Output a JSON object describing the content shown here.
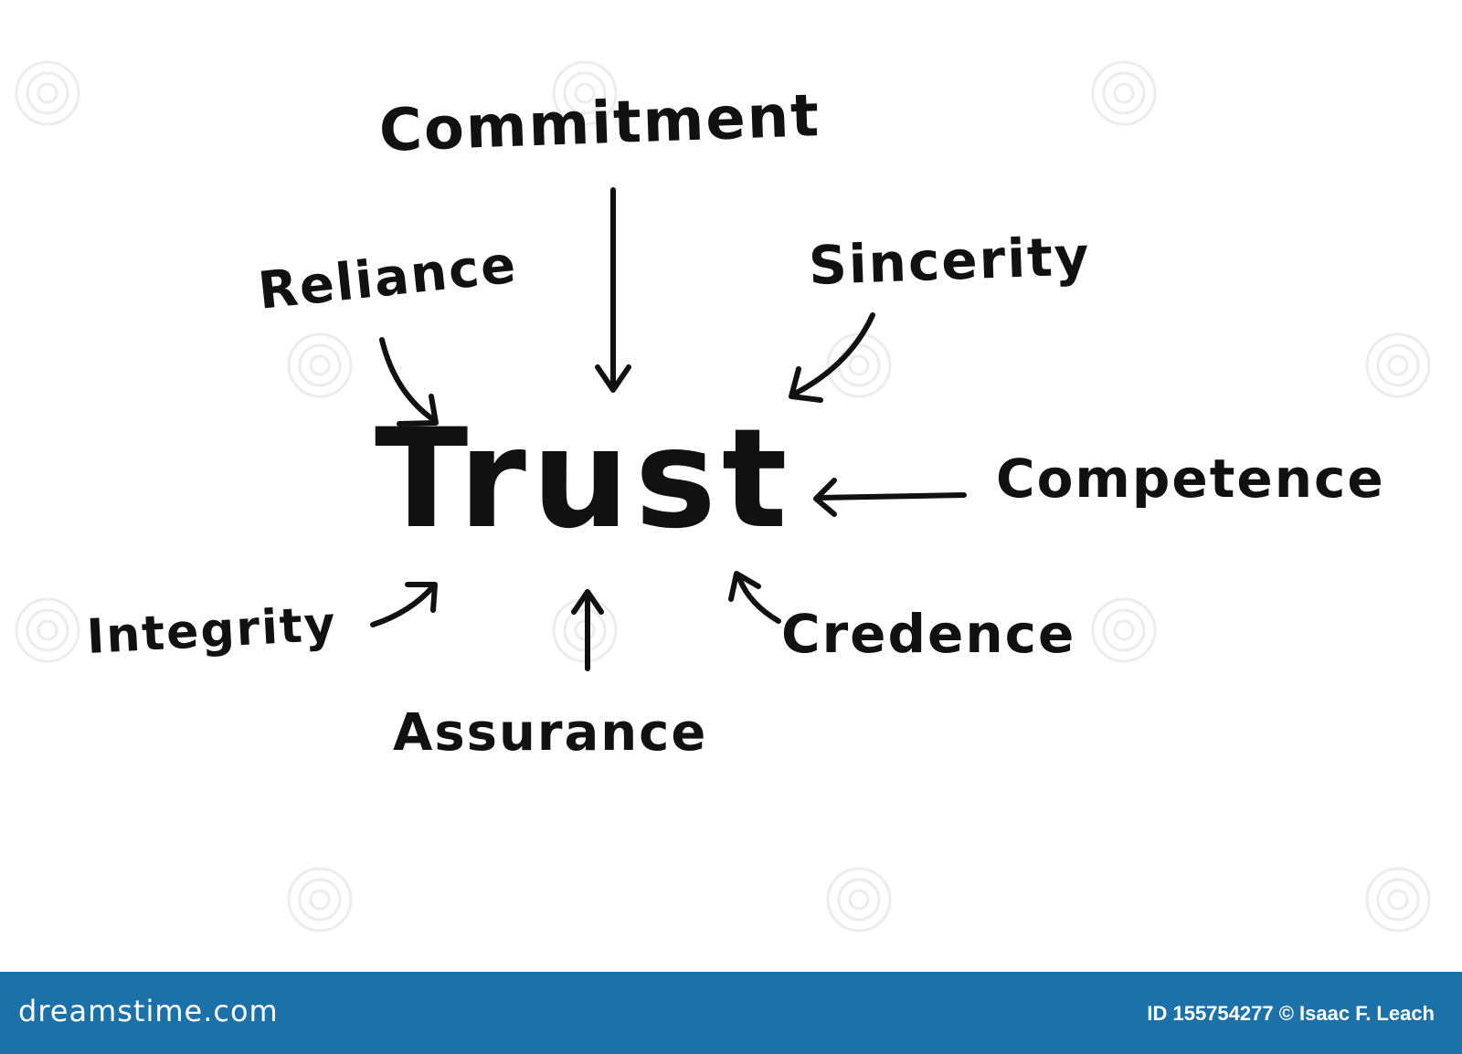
{
  "diagram": {
    "center": "Trust",
    "concepts": {
      "commitment": "Commitment",
      "reliance": "Reliance",
      "sincerity": "Sincerity",
      "competence": "Competence",
      "integrity": "Integrity",
      "credence": "Credence",
      "assurance": "Assurance"
    },
    "ink_color": "#111111",
    "background": "#ffffff"
  },
  "footer": {
    "site": "dreamstime.com",
    "credit": "ID 155754277 © Isaac F. Leach",
    "background": "#1c72a8",
    "text_color": "#ffffff"
  },
  "watermark_icon": "spiral-logo-icon"
}
